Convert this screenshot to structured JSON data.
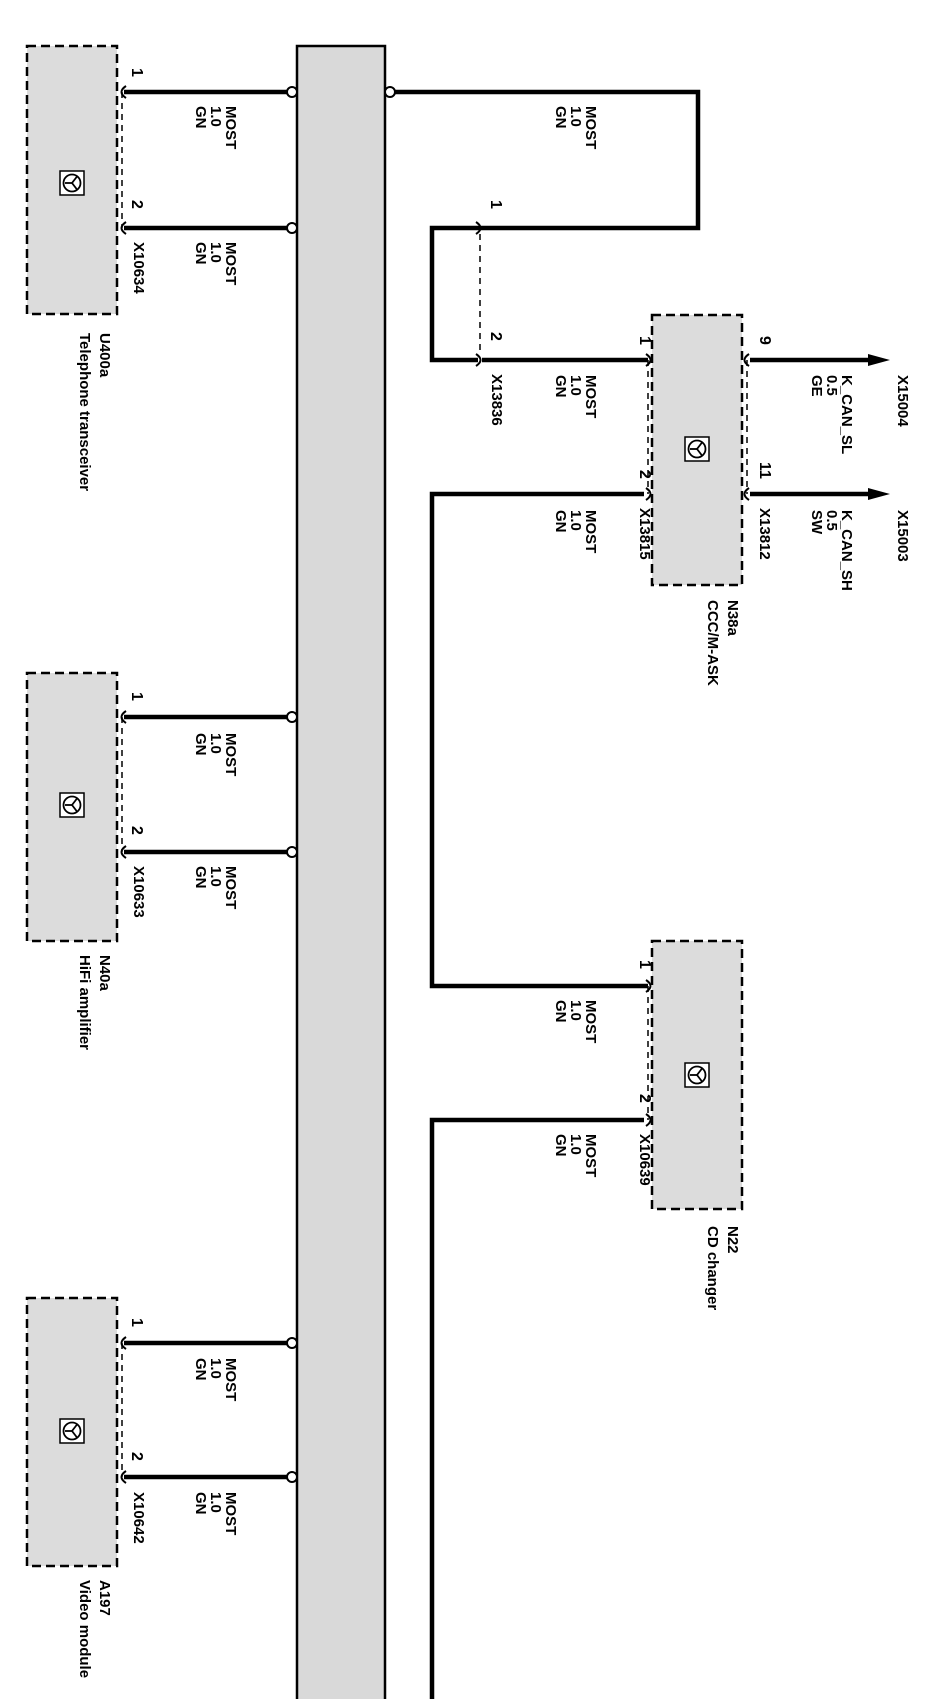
{
  "colors": {
    "module_fill": "#dcdcdc",
    "bus_fill": "#d9d9d9",
    "wire": "#000000"
  },
  "modules": {
    "telephone": {
      "id": "U400a",
      "name": "Telephone transceiver",
      "connector": "X10634",
      "icon": "speaker-wheel-icon",
      "wires": [
        {
          "pin": "1",
          "signal": "MOST",
          "size": "1.0",
          "color": "GN"
        },
        {
          "pin": "2",
          "signal": "MOST",
          "size": "1.0",
          "color": "GN"
        }
      ]
    },
    "hifi": {
      "id": "N40a",
      "name": "HiFi amplifier",
      "connector": "X10633",
      "icon": "speaker-wheel-icon",
      "wires": [
        {
          "pin": "1",
          "signal": "MOST",
          "size": "1.0",
          "color": "GN"
        },
        {
          "pin": "2",
          "signal": "MOST",
          "size": "1.0",
          "color": "GN"
        }
      ]
    },
    "video": {
      "id": "A197",
      "name": "Video module",
      "connector": "X10642",
      "icon": "speaker-wheel-icon",
      "wires": [
        {
          "pin": "1",
          "signal": "MOST",
          "size": "1.0",
          "color": "GN"
        },
        {
          "pin": "2",
          "signal": "MOST",
          "size": "1.0",
          "color": "GN"
        }
      ]
    },
    "ccc": {
      "id": "N38a",
      "name": "CCC/M-ASK",
      "connector_most": "X13815",
      "connector_can": "X13812",
      "icon": "speaker-wheel-icon",
      "wires": [
        {
          "pin": "1",
          "signal": "MOST",
          "size": "1.0",
          "color": "GN"
        },
        {
          "pin": "2",
          "signal": "MOST",
          "size": "1.0",
          "color": "GN"
        },
        {
          "pin": "9",
          "signal": "K_CAN_SL",
          "size": "0.5",
          "color": "GE",
          "terminal": "X15004"
        },
        {
          "pin": "11",
          "signal": "K_CAN_SH",
          "size": "0.5",
          "color": "SW",
          "terminal": "X15003"
        }
      ]
    },
    "cd": {
      "id": "N22",
      "name": "CD changer",
      "connector": "X10639",
      "icon": "speaker-wheel-icon",
      "wires": [
        {
          "pin": "1",
          "signal": "MOST",
          "size": "1.0",
          "color": "GN"
        },
        {
          "pin": "2",
          "signal": "MOST",
          "size": "1.0",
          "color": "GN"
        }
      ]
    }
  },
  "top_wire": {
    "signal": "MOST",
    "size": "1.0",
    "color": "GN"
  },
  "jumper": {
    "connector": "X13836",
    "pins": [
      "1",
      "2"
    ]
  }
}
